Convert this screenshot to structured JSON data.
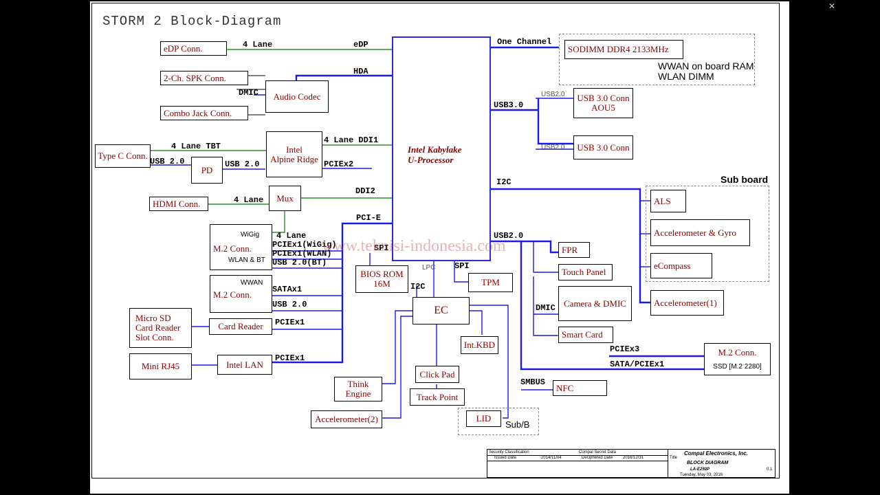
{
  "title": "STORM 2 Block-Diagram",
  "cpu": {
    "line1": "Intel Kabylake",
    "line2": "U-Processor"
  },
  "boxes": {
    "edp": "eDP Conn.",
    "spk": "2-Ch. SPK Conn.",
    "combo": "Combo Jack Conn.",
    "codec": "Audio Codec",
    "typec": "Type C Conn.",
    "pd": "PD",
    "alpine1": "Intel",
    "alpine2": "Alpine Ridge",
    "hdmi": "HDMI Conn.",
    "mux": "Mux",
    "m2a_title": "M.2 Conn.",
    "m2a_wigig": "WiGig",
    "m2a_wlan": "WLAN & BT",
    "m2b_title": "M.2 Conn.",
    "m2b_wwan": "WWAN",
    "microsd1": "Micro SD",
    "microsd2": "Card  Reader",
    "microsd3": "Slot Conn.",
    "cardreader": "Card Reader",
    "rj45": "Mini RJ45",
    "lan": "Intel LAN",
    "bios1": "BIOS ROM",
    "bios2": "16M",
    "tpm": "TPM",
    "ec": "EC",
    "kbd": "Int.KBD",
    "think1": "Think",
    "think2": "Engine",
    "clickpad": "Click Pad",
    "trackpoint": "Track Point",
    "accel2": "Accelerometer(2)",
    "lid": "LID",
    "sodimm": "SODIMM DDR4 2133MHz",
    "usb30a1": "USB 3.0 Conn",
    "usb30a2": "AOU5",
    "usb30b": "USB 3.0 Conn",
    "als": "ALS",
    "accgyro": "Accelerometer & Gyro",
    "ecompass": "eCompass",
    "accel1": "Accelerometer(1)",
    "fpr": "FPR",
    "touch": "Touch Panel",
    "camera": "Camera & DMIC",
    "smartcard": "Smart Card",
    "m2c_title": "M.2 Conn.",
    "m2c_ssd": "SSD [M.2 2280]",
    "nfc": "NFC"
  },
  "signals": {
    "edp_lane": "4 Lane",
    "edp": "eDP",
    "hda": "HDA",
    "dmic1": "DMIC",
    "tbt": "4 Lane TBT",
    "usb20_pd": "USB 2.0",
    "usb20_pd2": "USB 2.0",
    "ddi1": "4 Lane  DDI1",
    "pciex2": "PCIEx2",
    "ddi2": "DDI2",
    "hdmi_lane": "4 Lane",
    "pcie": "PCI-E",
    "wigig_lane": "4 Lane",
    "pciex1_wigig": "PCIEx1(WiGig)",
    "pciex1_wlan": "PCIEx1(WLAN)",
    "usb20_bt": "USB 2.0(BT)",
    "sata": "SATAx1",
    "usb20_wwan": "USB 2.0",
    "pciex1_card": "PCIEx1",
    "pciex1_lan": "PCIEx1",
    "spi1": "SPI",
    "lpc": "LPC",
    "spi2": "SPI",
    "i2c_ec": "I2C",
    "one_channel": "One Channel",
    "usb30": "USB3.0",
    "usb20_a": "USB2.0",
    "usb20_b": "USB2.0",
    "i2c": "I2C",
    "usb20_main": "USB2.0",
    "dmic2": "DMIC",
    "pciex3": "PCIEx3",
    "sata_pcie": "SATA/PCIEx1",
    "smbus": "SMBUS"
  },
  "notes": {
    "wwan_ram": "WWAN on board RAM",
    "wlan_dimm": "WLAN  DIMM",
    "sub_board": "Sub board",
    "subb": "Sub/B",
    "watermark": "www.teknisi-indonesia.com"
  },
  "title_block": {
    "security": "Security Classification",
    "secret": "Compal Secret Data",
    "company": "Compal Electronics, Inc.",
    "issued": "Issued Date",
    "issued_val": "2014/11/04",
    "deciphered": "Deciphered Date",
    "deciphered_val": "2016/12/31",
    "title_lbl": "Title",
    "title_val": "BLOCK DIAGRAM",
    "doc": "LA-E292P",
    "date": "Tuesday, May 03, 2016",
    "rev": "0.1"
  },
  "colors": {
    "blue": "#1a1ae6",
    "green": "#2e8b2e",
    "darkred": "#8b0000"
  }
}
